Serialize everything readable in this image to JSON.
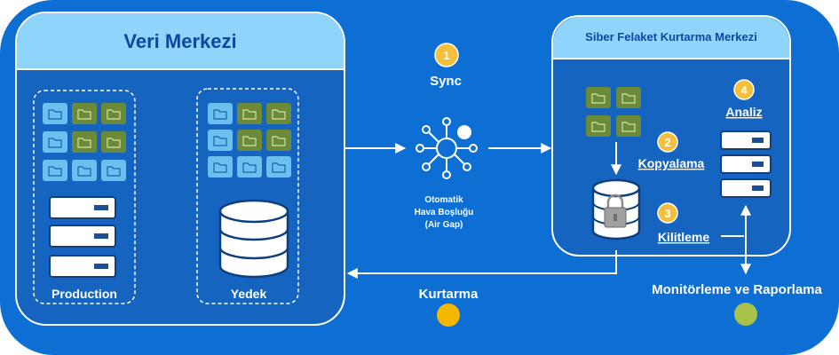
{
  "left_panel": {
    "title": "Veri Merkezi",
    "production_label": "Production",
    "backup_label": "Yedek"
  },
  "right_panel": {
    "title": "Siber Felaket Kurtarma Merkezi"
  },
  "steps": {
    "sync": {
      "number": "1",
      "label": "Sync"
    },
    "copy": {
      "number": "2",
      "label": "Kopyalama"
    },
    "lock": {
      "number": "3",
      "label": "Kilitleme"
    },
    "analyze": {
      "number": "4",
      "label": "Analiz"
    }
  },
  "air_gap": {
    "line1": "Otomatik",
    "line2": "Hava Boşluğu",
    "line3": "(Air Gap)"
  },
  "recovery": {
    "label": "Kurtarma"
  },
  "monitoring": {
    "label": "Monitörleme ve Raporlama"
  },
  "colors": {
    "outer_blue": "#0d6fd4",
    "panel_blue": "#1565c0",
    "header_light_blue": "#8ed4fb",
    "folder_blue": "#6cc0f0",
    "folder_green": "#6b8a3a",
    "step_badge": "#f4bf3a",
    "recovery_dot": "#f5b700",
    "monitor_dot": "#a9c24a"
  },
  "icons": {
    "folder": "folder-icon",
    "server": "server-icon",
    "database": "database-icon",
    "lock": "lock-icon",
    "network": "network-hub-icon"
  }
}
